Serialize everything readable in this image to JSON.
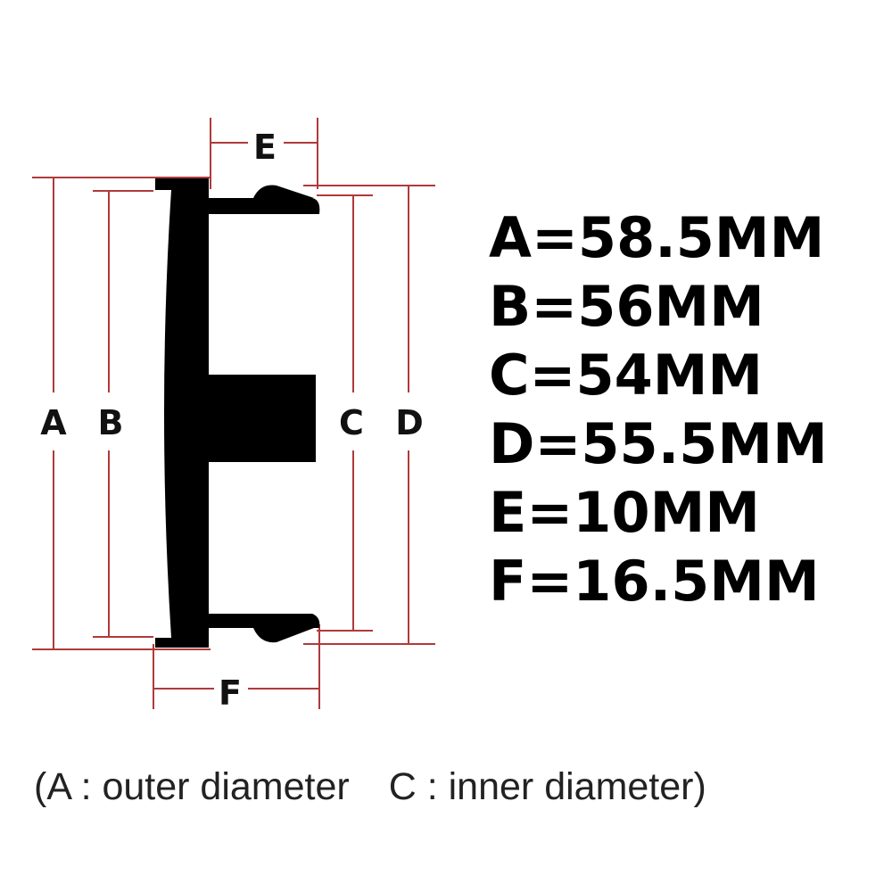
{
  "dimension_labels": {
    "a": "A",
    "b": "B",
    "c": "C",
    "d": "D",
    "e": "E",
    "f": "F"
  },
  "specs": [
    {
      "id": "a",
      "text": "A=58.5MM"
    },
    {
      "id": "b",
      "text": "B=56MM"
    },
    {
      "id": "c",
      "text": "C=54MM"
    },
    {
      "id": "d",
      "text": "D=55.5MM"
    },
    {
      "id": "e",
      "text": "E=10MM"
    },
    {
      "id": "f",
      "text": "F=16.5MM"
    }
  ],
  "caption": {
    "outer": "(A : outer diameter",
    "inner": "C : inner diameter)"
  },
  "colors": {
    "dimension_line": "#b03a3a",
    "part_fill": "#000000",
    "text": "#000000"
  }
}
